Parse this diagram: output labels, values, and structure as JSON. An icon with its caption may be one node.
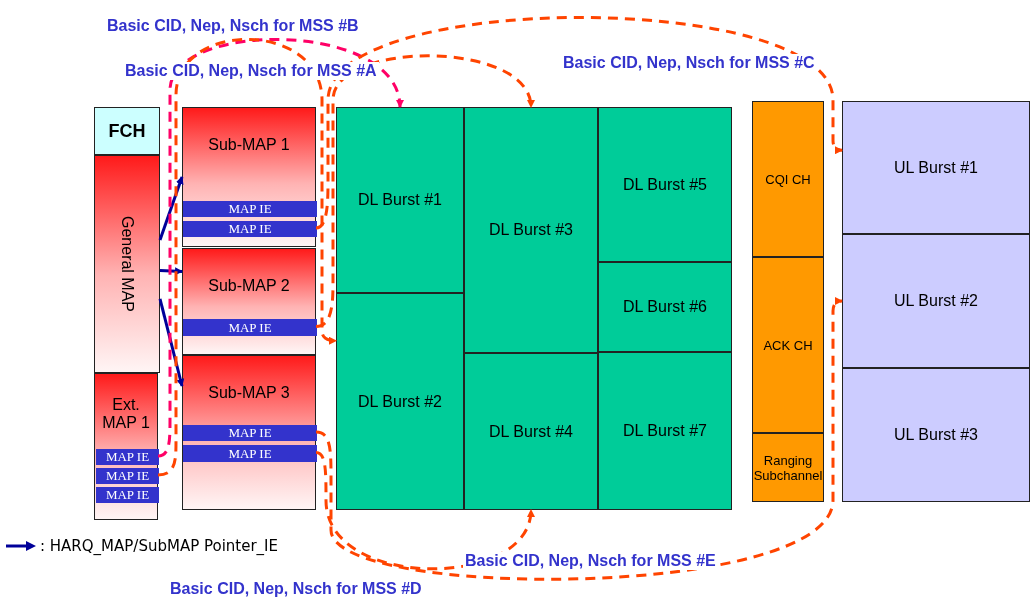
{
  "diagram": {
    "nodes": [
      {
        "text": [
          "FCH"
        ]
      },
      {
        "text": [
          "General MAP"
        ]
      },
      {
        "text": [
          "Ext. MAP 1"
        ]
      },
      {
        "text": [
          "MAP IE"
        ],
        "in": 2
      },
      {
        "text": [
          "MAP IE"
        ],
        "in": 2
      },
      {
        "text": [
          "MAP IE"
        ],
        "in": 2
      },
      {
        "text": [
          "Sub-MAP 1"
        ]
      },
      {
        "text": [
          "MAP IE"
        ],
        "in": 6
      },
      {
        "text": [
          "MAP IE"
        ],
        "in": 6
      },
      {
        "text": [
          "Sub-MAP 2"
        ]
      },
      {
        "text": [
          "MAP IE"
        ],
        "in": 9
      },
      {
        "text": [
          "Sub-MAP 3"
        ]
      },
      {
        "text": [
          "MAP IE"
        ],
        "in": 11
      },
      {
        "text": [
          "MAP IE"
        ],
        "in": 11
      },
      {
        "text": [
          "DL Burst #1"
        ]
      },
      {
        "text": [
          "DL Burst #2"
        ]
      },
      {
        "text": [
          "DL Burst #3"
        ]
      },
      {
        "text": [
          "DL Burst #4"
        ]
      },
      {
        "text": [
          "DL Burst #5"
        ]
      },
      {
        "text": [
          "DL Burst #6"
        ]
      },
      {
        "text": [
          "DL Burst #7"
        ]
      },
      {
        "text": [
          "CQI CH"
        ]
      },
      {
        "text": [
          "ACK CH"
        ]
      },
      {
        "text": [
          "Ranging Subchannel"
        ]
      },
      {
        "text": [
          "UL Burst #1"
        ]
      },
      {
        "text": [
          "UL Burst #2"
        ]
      },
      {
        "text": [
          "UL Burst #3"
        ]
      }
    ],
    "edges": [
      {
        "from": 1,
        "to": 6,
        "arrow": "to",
        "color": "#000099"
      },
      {
        "from": 1,
        "to": 9,
        "arrow": "to",
        "color": "#000099"
      },
      {
        "from": 1,
        "to": 11,
        "arrow": "to",
        "color": "#000099"
      },
      {
        "from": 3,
        "to": 14,
        "arrow": "to",
        "style": "dashed",
        "color": "#ff0066",
        "label": "Basic CID, Nep, Nsch for MSS #A"
      },
      {
        "from": 4,
        "to": 15,
        "arrow": "to",
        "style": "dashed",
        "label": "Basic CID, Nep, Nsch for MSS #B"
      },
      {
        "from": 8,
        "to": 24,
        "arrow": "to",
        "style": "dashed",
        "label": "Basic CID, Nep, Nsch for MSS #C"
      },
      {
        "from": 10,
        "to": 16,
        "arrow": "to",
        "style": "dashed"
      },
      {
        "from": 13,
        "to": 17,
        "arrow": "to",
        "style": "dashed",
        "label": "Basic CID, Nep, Nsch for MSS #D"
      },
      {
        "from": 12,
        "to": 25,
        "arrow": "to",
        "style": "dashed",
        "label": "Basic CID, Nep, Nsch for MSS #E"
      }
    ],
    "legend": [
      {
        "text": ": HARQ_MAP/SubMAP Pointer_IE"
      }
    ]
  }
}
